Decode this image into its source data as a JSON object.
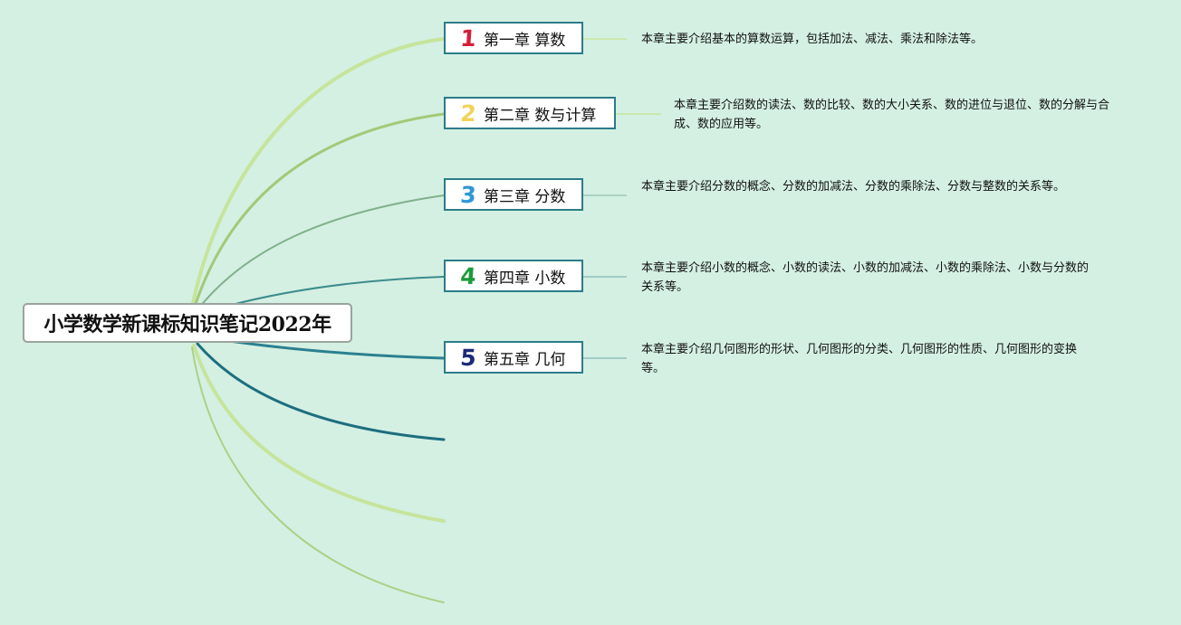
{
  "root": {
    "title": "小学数学新课标知识笔记2022年"
  },
  "chapters": [
    {
      "num": "1",
      "num_color": "#d51f3a",
      "title": "第一章 算数",
      "desc": "本章主要介绍基本的算数运算，包括加法、减法、乘法和除法等。"
    },
    {
      "num": "2",
      "num_color": "#f2d35a",
      "title": "第二章 数与计算",
      "desc": "本章主要介绍数的读法、数的比较、数的大小关系、数的进位与退位、数的分解与合成、数的应用等。"
    },
    {
      "num": "3",
      "num_color": "#2f97d8",
      "title": "第三章 分数",
      "desc": "本章主要介绍分数的概念、分数的加减法、分数的乘除法、分数与整数的关系等。"
    },
    {
      "num": "4",
      "num_color": "#1d9b3a",
      "title": "第四章 小数",
      "desc": "本章主要介绍小数的概念、小数的读法、小数的加减法、小数的乘除法、小数与分数的关系等。"
    },
    {
      "num": "5",
      "num_color": "#1c2a78",
      "title": "第五章 几何",
      "desc": "本章主要介绍几何图形的形状、几何图形的分类、几何图形的性质、几何图形的变换等。"
    }
  ],
  "branch_colors": [
    "#c6e49c",
    "#a2c978",
    "#7fb18a",
    "#3c8c8c",
    "#2a8090",
    "#1d6e7f",
    "#c6e49c",
    "#a9d286"
  ]
}
